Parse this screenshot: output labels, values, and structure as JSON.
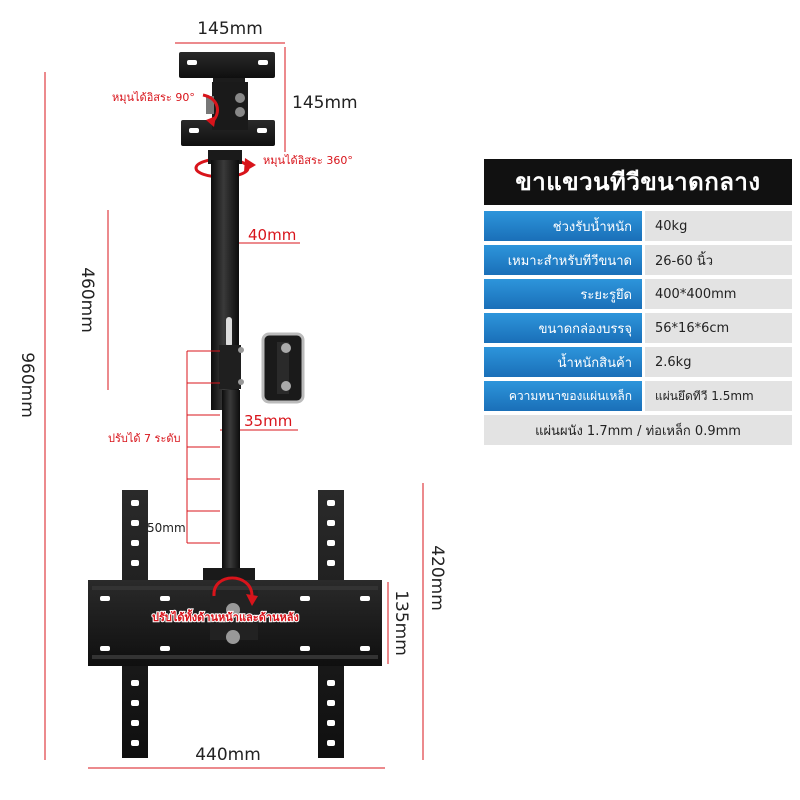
{
  "dimensions": {
    "top_width": "145mm",
    "top_height": "145mm",
    "pole_upper_length": "460mm",
    "pole_upper_diameter": "40mm",
    "total_height": "960mm",
    "pole_lower_diameter": "35mm",
    "step": "50mm",
    "frame_height": "420mm",
    "plate_height": "135mm",
    "frame_width": "440mm"
  },
  "annotations": {
    "rotate_90": "หมุนได้อิสระ 90°",
    "rotate_360": "หมุนได้อิสระ 360°",
    "adjust_levels": "ปรับได้ 7 ระดับ",
    "tilt": "ปรับได้ทั้งด้านหน้าและด้านหลัง"
  },
  "spec": {
    "title": "ขาแขวนทีวีขนาดกลาง",
    "rows": [
      {
        "label": "ช่วงรับน้ำหนัก",
        "value": "40kg"
      },
      {
        "label": "เหมาะสำหรับทีวีขนาด",
        "value": "26-60 นิ้ว"
      },
      {
        "label": "ระยะรูยึด",
        "value": "400*400mm"
      },
      {
        "label": "ขนาดกล่องบรรจุ",
        "value": "56*16*6cm"
      },
      {
        "label": "น้ำหนักสินค้า",
        "value": "2.6kg"
      },
      {
        "label": "ความหนาของแผ่นเหล็ก",
        "value": "แผ่นยึดทีวี 1.5mm"
      }
    ],
    "footer": "แผ่นผนัง 1.7mm / ท่อเหล็ก 0.9mm"
  },
  "colors": {
    "accent": "#d8141b",
    "label_blue": "#1f7ec7",
    "metal": "#1e1e1e"
  }
}
